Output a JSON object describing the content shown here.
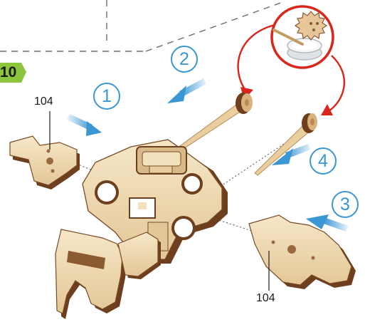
{
  "step": {
    "number": "10",
    "badge_color": "#8cc63f"
  },
  "step_markers": [
    "1",
    "2",
    "3",
    "4"
  ],
  "part_labels": [
    "104",
    "104"
  ],
  "colors": {
    "accent": "#3a97d4",
    "callout_ring": "#d9261c",
    "callout_arrow": "#d9261c",
    "wood_light": "#f0dcb6",
    "wood_edge": "#7a4a26"
  },
  "icons": [
    "gluing-callout-icon",
    "arrow-icon",
    "dowel-icon"
  ]
}
